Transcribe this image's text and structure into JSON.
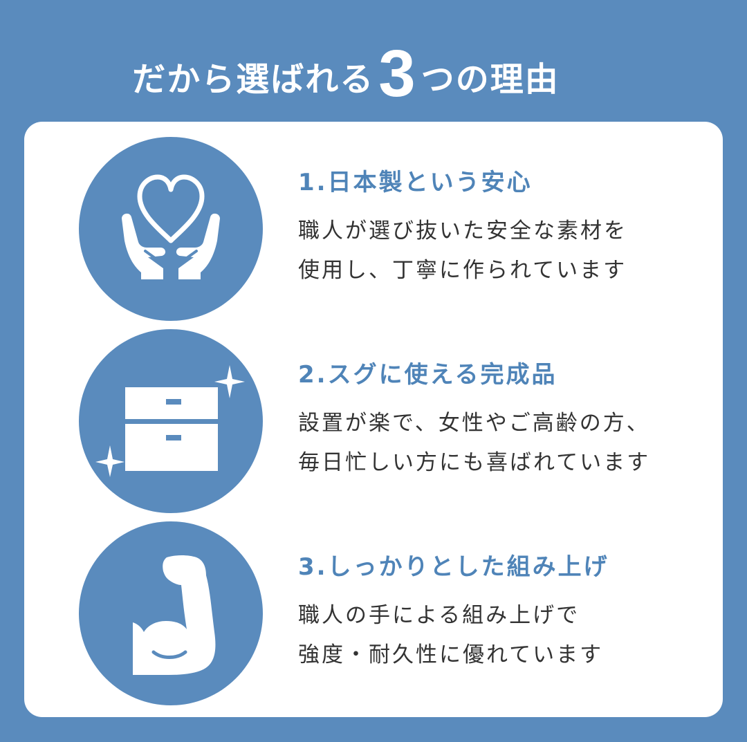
{
  "colors": {
    "background": "#5a8bbd",
    "card": "#ffffff",
    "heading_blue": "#4f84b8",
    "body_text": "#333333",
    "icon_circle": "#5a8bbd",
    "icon_glyph": "#ffffff"
  },
  "title": {
    "prefix": "だから選ばれる",
    "number": "3",
    "suffix": "つの理由"
  },
  "reasons": [
    {
      "icon": "heart-in-hands-icon",
      "heading": "1.日本製という安心",
      "body_lines": [
        "職人が選び抜いた安全な素材を",
        "使用し、丁寧に作られています"
      ]
    },
    {
      "icon": "sparkling-drawer-cabinet-icon",
      "heading": "2.スグに使える完成品",
      "body_lines": [
        "設置が楽で、女性やご高齢の方、",
        "毎日忙しい方にも喜ばれています"
      ]
    },
    {
      "icon": "flexed-bicep-icon",
      "heading": "3.しっかりとした組み上げ",
      "body_lines": [
        "職人の手による組み上げで",
        "強度・耐久性に優れています"
      ]
    }
  ]
}
